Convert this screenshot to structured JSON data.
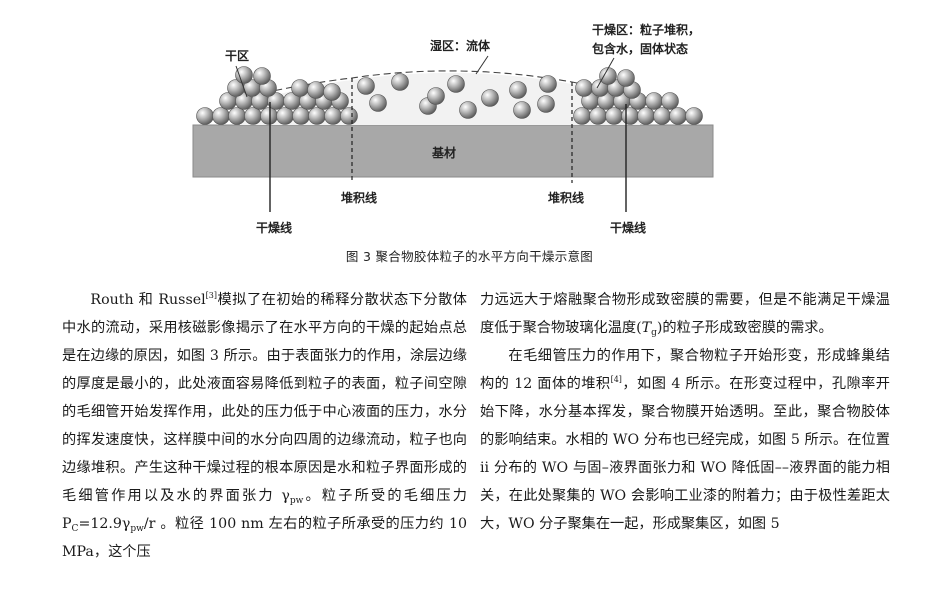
{
  "figure": {
    "label_dry_zone": "干区",
    "label_wet_zone": "湿区：流体",
    "label_dry_region_line1": "干燥区：粒子堆积，",
    "label_dry_region_line2": "包含水，固体状态",
    "label_substrate": "基材",
    "label_packing_line_left": "堆积线",
    "label_packing_line_right": "堆积线",
    "label_drying_line_left": "干燥线",
    "label_drying_line_right": "干燥线",
    "colors": {
      "substrate": "#a8a8a8",
      "particle": "#9e9e9e",
      "wet_fill": "#f2f2f2"
    }
  },
  "caption": "图 3   聚合物胶体粒子的水平方向干燥示意图",
  "left_column": {
    "p1_a": "Routh 和 Russel",
    "p1_ref": "[3]",
    "p1_b": "模拟了在初始的稀释分散状态下分散体中水的流动，采用核磁影像揭示了在水平方向的干燥的起始点总是在边缘的原因，如图 3 所示。由于表面张力的作用，涂层边缘的厚度是最小的，此处液面容易降低到粒子的表面，粒子间空隙的毛细管开始发挥作用，此处的压力低于中心液面的压力，水分的挥发速度快，这样膜中间的水分向四周的边缘流动，粒子也向边缘堆积。产生这种干燥过程的根本原因是水和粒子界面形成的毛细管作用以及水的界面张力 γ",
    "p1_sub1": "pw",
    "p1_c": "。粒子所受的毛细压力 P",
    "p1_sub2": "C",
    "p1_d": "=12.9γ",
    "p1_sub3": "pw",
    "p1_e": "/r 。粒径 100 nm 左右的粒子所承受的压力约 10 MPa，这个压"
  },
  "right_column": {
    "p1_a": "力远远大于熔融聚合物形成致密膜的需要，但是不能满足干燥温度低于聚合物玻璃化温度(",
    "p1_tg": "T",
    "p1_tg_sub": "g",
    "p1_b": ")的粒子形成致密膜的需求。",
    "p2_a": "在毛细管压力的作用下，聚合物粒子开始形变，形成蜂巢结构的 12 面体的堆积",
    "p2_ref": "[4]",
    "p2_b": "，如图 4 所示。在形变过程中，孔隙率开始下降，水分基本挥发，聚合物膜开始透明。至此，聚合物胶体的影响结束。水相的 WO 分布也已经完成，如图 5 所示。在位置 ii 分布的 WO 与固–液界面张力和 WO 降低固––液界面的能力相关，在此处聚集的 WO 会影响工业漆的附着力；由于极性差距太大，WO 分子聚集在一起，形成聚集区，如图 5"
  }
}
